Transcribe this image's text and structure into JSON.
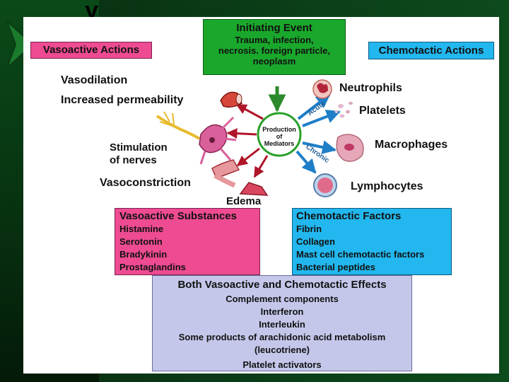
{
  "slide": {
    "title_fragment": "y"
  },
  "initiating_event": {
    "title": "Initiating Event",
    "lines": [
      "Trauma, infection,",
      "necrosis. foreign particle,",
      "neoplasm"
    ]
  },
  "vasoactive_actions": {
    "header": "Vasoactive Actions",
    "items": [
      "Vasodilation",
      "Increased permeability",
      "Stimulation",
      "of nerves",
      "Vasoconstriction",
      "Edema"
    ]
  },
  "chemotactic_actions": {
    "header": "Chemotactic Actions",
    "cells": [
      "Neutrophils",
      "Platelets",
      "Macrophages",
      "Lymphocytes"
    ]
  },
  "center": {
    "lines": [
      "Production",
      "of",
      "Mediators"
    ]
  },
  "phase_labels": {
    "acute": "Acute",
    "chronic": "Chronic"
  },
  "vasoactive_substances": {
    "header": "Vasoactive Substances",
    "items": [
      "Histamine",
      "Serotonin",
      "Bradykinin",
      "Prostaglandins"
    ]
  },
  "chemotactic_factors": {
    "header": "Chemotactic Factors",
    "items": [
      "Fibrin",
      "Collagen",
      "Mast cell chemotactic factors",
      "Bacterial peptides"
    ]
  },
  "both_effects": {
    "header": "Both Vasoactive and Chemotactic Effects",
    "items": [
      "Complement components",
      "Interferon",
      "Interleukin",
      "Some products of arachidonic acid metabolism",
      "(leucotriene)",
      "Platelet activators"
    ]
  },
  "colors": {
    "initiating_green": "#1aa82c",
    "vasoactive_pink": "#ee4b92",
    "chemotactic_cyan": "#22b7ee",
    "both_lavender": "#c4c7ea",
    "arrow_red": "#b0152a",
    "arrow_blue": "#1e7fc8",
    "arrow_green": "#2c8a2c"
  }
}
